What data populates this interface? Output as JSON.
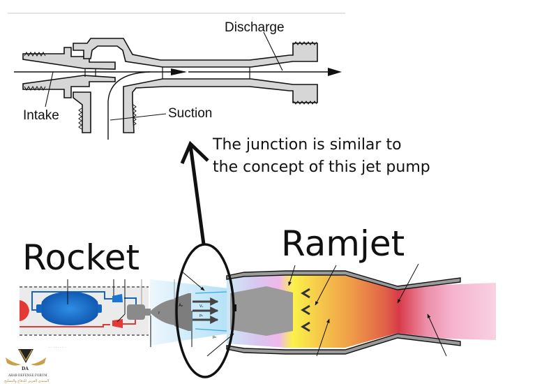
{
  "jet_pump": {
    "labels": {
      "discharge": "Discharge",
      "intake": "Intake",
      "suction": "Suction"
    }
  },
  "annotation": {
    "line1": "The junction is similar to",
    "line2": "the concept of this jet pump"
  },
  "rocket": {
    "title": "Rocket",
    "nozzle_labels": {
      "a": "Aₑ",
      "b": "Vₑ",
      "c": "pₑ",
      "d": "r",
      "e": "p₀"
    },
    "colors": {
      "oxidizer": "#1565c0",
      "fuel": "#e53935",
      "engine": "#8a8a8a"
    }
  },
  "ramjet": {
    "title": "Ramjet",
    "colors": {
      "intake": "#cfe3f7",
      "mixing": "#e6b8ee",
      "combustion": "#fbe94a",
      "burn": "#ee8a3c",
      "throat": "#d93a48",
      "exhaust": "#f5b6cf",
      "casing": "#9a9a9a",
      "centerbody": "#9a9a9a"
    }
  },
  "watermark": {
    "initials": "DA",
    "line1": "ARAB DEFENSE FORUM",
    "line2": "المنتدى العربي للدفاع والتسليح"
  }
}
